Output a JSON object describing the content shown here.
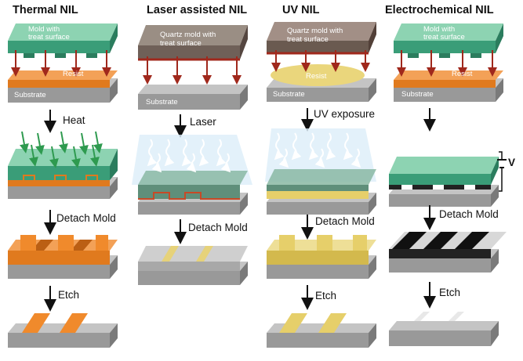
{
  "columns": [
    {
      "title": "Thermal NIL",
      "mold_label_1": "Mold with",
      "mold_label_2": "treat surface",
      "resist_label": "Resist",
      "substrate_label": "Substrate",
      "step1": "Heat",
      "step2": "Detach Mold",
      "step3": "Etch"
    },
    {
      "title": "Laser assisted NIL",
      "mold_label_1": "Quartz mold with",
      "mold_label_2": "treat surface",
      "substrate_label": "Substrate",
      "step1": "Laser",
      "step2": "Detach Mold"
    },
    {
      "title": "UV NIL",
      "mold_label_1": "Quartz mold with",
      "mold_label_2": "treat surface",
      "resist_label": "Resist",
      "substrate_label": "Substrate",
      "step1": "UV exposure",
      "step2": "Detach Mold",
      "step3": "Etch"
    },
    {
      "title": "Electrochemical NIL",
      "mold_label_1": "Mold with",
      "mold_label_2": "treat surface",
      "resist_label": "Resist",
      "substrate_label": "Substrate",
      "voltage_label": "V",
      "step2": "Detach Mold",
      "step3": "Etch"
    }
  ],
  "colors": {
    "mold_top": "#7fc9a8",
    "mold_front": "#3a9d78",
    "resist_thermal": "#f08a2c",
    "resist_uv": "#e6cf6a",
    "substrate_top": "#bdbdbd",
    "substrate_front": "#8e8e8e",
    "pressure_arrow": "#a0281c",
    "heat_arrow": "#2e9a4f",
    "laser_beam": "#ffffff"
  }
}
